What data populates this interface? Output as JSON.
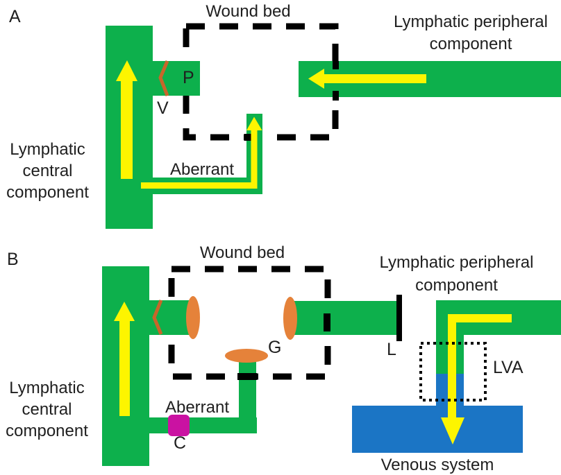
{
  "colors": {
    "green": "#0db04c",
    "yellow": "#fdf500",
    "orange": "#e5823a",
    "orange_dark": "#c8662a",
    "magenta": "#ca12a2",
    "blue": "#1b75c5",
    "black": "#000000",
    "text": "#1f1f1f"
  },
  "panel_a": {
    "label": "A",
    "wound_bed": "Wound bed",
    "lymphatic_peripheral": "Lymphatic peripheral\ncomponent",
    "lymphatic_central": "Lymphatic\ncentral\ncomponent",
    "aberrant": "Aberrant",
    "marker_p": "P",
    "marker_v": "V"
  },
  "panel_b": {
    "label": "B",
    "wound_bed": "Wound bed",
    "lymphatic_peripheral": "Lymphatic peripheral\ncomponent",
    "lymphatic_central": "Lymphatic\ncentral\ncomponent",
    "aberrant": "Aberrant",
    "marker_g": "G",
    "marker_c": "C",
    "marker_l": "L",
    "lva": "LVA",
    "venous_system": "Venous system"
  }
}
